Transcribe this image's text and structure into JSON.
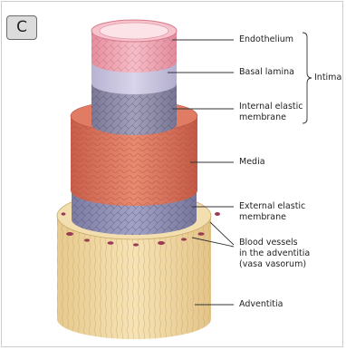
{
  "panel_label": "C",
  "labels": {
    "endothelium": "Endothelium",
    "basal_lamina": "Basal lamina",
    "internal_elastic_line1": "Internal elastic",
    "internal_elastic_line2": "membrane",
    "intima": "Intima",
    "media": "Media",
    "external_elastic_line1": "External elastic",
    "external_elastic_line2": "membrane",
    "vasa_line1": "Blood vessels",
    "vasa_line2": "in the adventitia",
    "vasa_line3": "(vasa vasorum)",
    "adventitia": "Adventitia"
  },
  "colors": {
    "endothelium": "#f1a7b3",
    "basal_lamina": "#c7c2de",
    "internal_elastic": "#8d8aa8",
    "media": "#d9705a",
    "external_elastic": "#8a8ab0",
    "adventitia": "#f0d9a4",
    "vasa": "#9a3b53"
  }
}
